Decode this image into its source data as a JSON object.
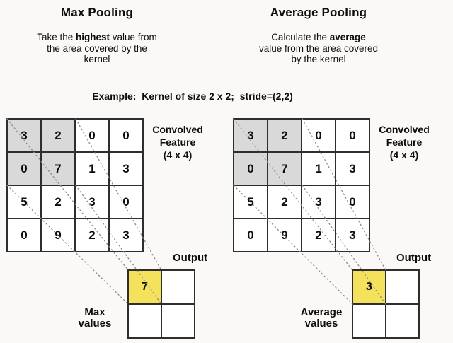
{
  "example_caption": "Example:  Kernel of size 2 x 2;  stride=(2,2)",
  "feature_grid": {
    "rows": [
      [
        3,
        2,
        0,
        0
      ],
      [
        0,
        7,
        1,
        3
      ],
      [
        5,
        2,
        3,
        0
      ],
      [
        0,
        9,
        2,
        3
      ]
    ],
    "kernel_cells": [
      [
        0,
        0
      ],
      [
        0,
        1
      ],
      [
        1,
        0
      ],
      [
        1,
        1
      ]
    ],
    "label_lines": [
      "Convolved",
      "Feature",
      "(4 x 4)"
    ]
  },
  "panels": [
    {
      "id": "max-pooling",
      "title": "Max Pooling",
      "description_lines": [
        [
          {
            "text": "Take the "
          },
          {
            "text": "highest",
            "bold": true
          },
          {
            "text": " value from"
          }
        ],
        [
          {
            "text": "the area covered by the"
          }
        ],
        [
          {
            "text": "kernel"
          }
        ]
      ],
      "output_label": "Output",
      "values_label_lines": [
        "Max",
        "values"
      ],
      "output_grid": {
        "rows": [
          [
            "7",
            ""
          ],
          [
            "",
            ""
          ]
        ],
        "highlight_cell": [
          0,
          0
        ]
      }
    },
    {
      "id": "average-pooling",
      "title": "Average Pooling",
      "description_lines": [
        [
          {
            "text": "Calculate the "
          },
          {
            "text": "average",
            "bold": true
          }
        ],
        [
          {
            "text": "value from the area covered"
          }
        ],
        [
          {
            "text": "by the kernel"
          }
        ]
      ],
      "output_label": "Output",
      "values_label_lines": [
        "Average",
        "values"
      ],
      "output_grid": {
        "rows": [
          [
            "3",
            ""
          ],
          [
            "",
            ""
          ]
        ],
        "highlight_cell": [
          0,
          0
        ]
      }
    }
  ],
  "colors": {
    "background": "#faf9f7",
    "grid_border": "#2e2e2e",
    "kernel_highlight": "#d9d9d9",
    "output_highlight": "#f5e25c",
    "dashed_line": "#8c8c8c",
    "text": "#0d0d0d"
  }
}
